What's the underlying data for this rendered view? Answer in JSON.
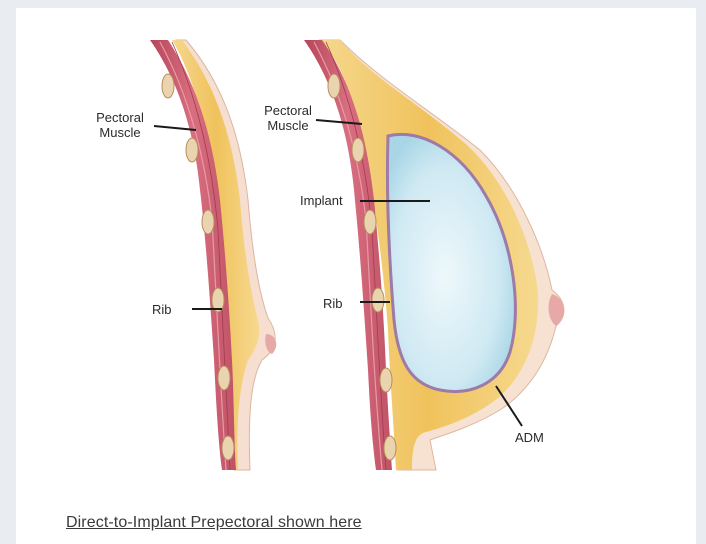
{
  "left_diagram": {
    "pectoral_label": [
      "Pectoral",
      "Muscle"
    ],
    "rib_label": "Rib"
  },
  "right_diagram": {
    "pectoral_label": [
      "Pectoral",
      "Muscle"
    ],
    "implant_label": "Implant",
    "rib_label": "Rib",
    "adm_label": "ADM"
  },
  "caption": "Direct-to-Implant Prepectoral shown here",
  "colors": {
    "muscle": "#c9566a",
    "fat": "#f2c76a",
    "skin": "#f7e3d2",
    "implant": "#d5ecf5",
    "adm": "#a77aa8",
    "rib": "#e8d2b0"
  }
}
